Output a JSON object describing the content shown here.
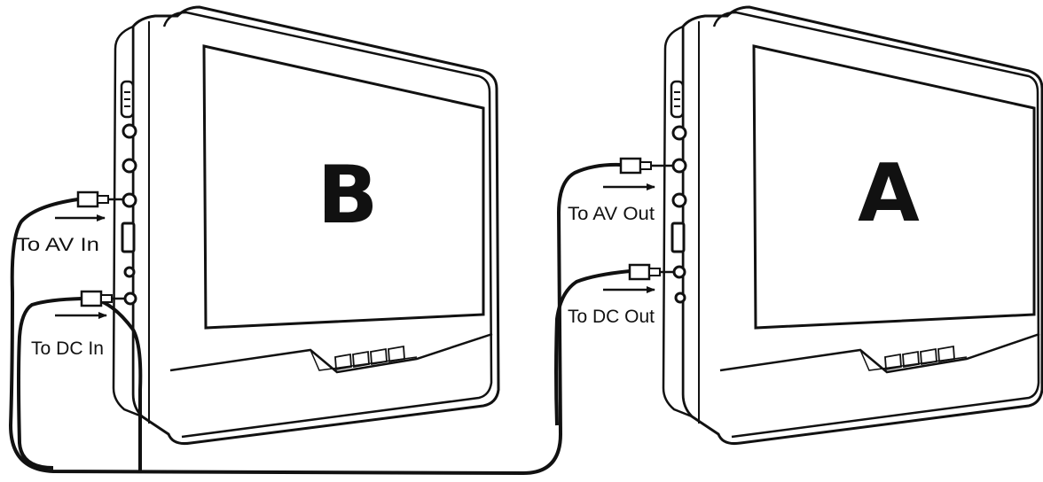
{
  "devices": [
    {
      "id": "B",
      "screen_label": "B",
      "connections": [
        {
          "label": "To AV In"
        },
        {
          "label": "To DC In"
        }
      ]
    },
    {
      "id": "A",
      "screen_label": "A",
      "connections": [
        {
          "label": "To AV Out"
        },
        {
          "label": "To DC Out"
        }
      ]
    }
  ],
  "colors": {
    "ink": "#111111",
    "background": "#ffffff"
  }
}
